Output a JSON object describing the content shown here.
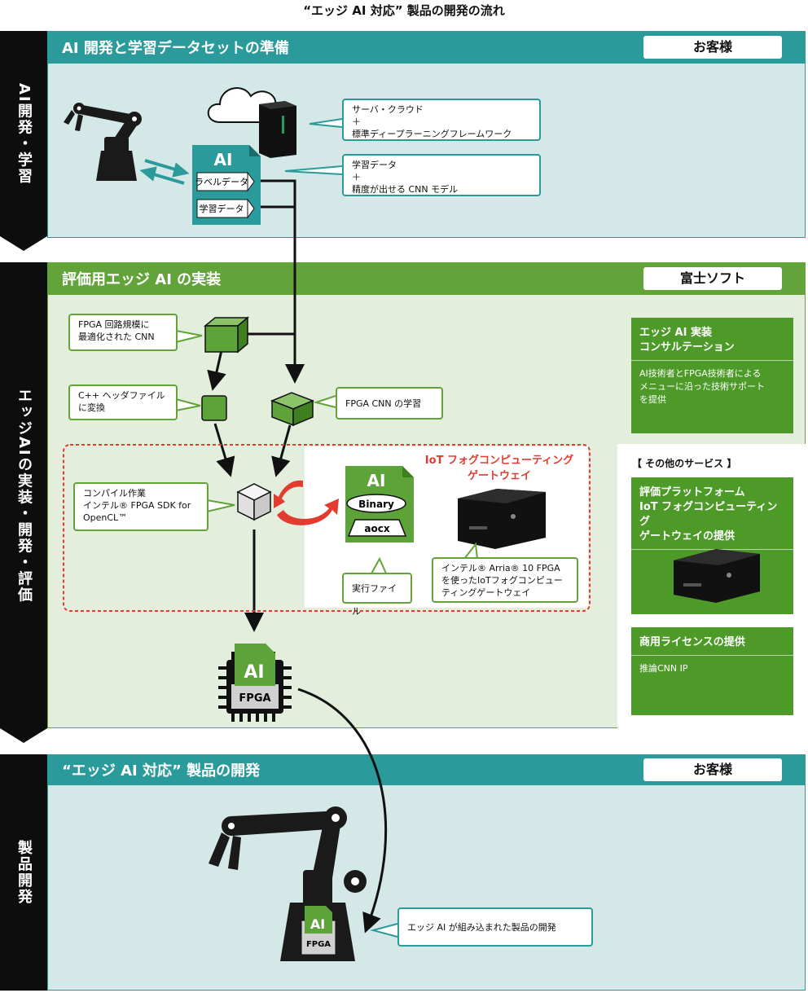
{
  "title": "“エッジ AI 対応” 製品の開発の流れ",
  "stages": {
    "s1": "AI開発・学習",
    "s2": "エッジAIの実装・開発・評価",
    "s3": "製品開発"
  },
  "sections": {
    "dev": {
      "heading": "AI 開発と学習データセットの準備",
      "owner": "お客様",
      "callout_server": "サーバ・クラウド\n＋\n標準ディープラーニングフレームワーク",
      "callout_data": "学習データ\n＋\n精度が出せる CNN モデル",
      "ai_doc": {
        "title": "AI",
        "label1": "ラベルデータ",
        "label2": "学習データ"
      }
    },
    "impl": {
      "heading": "評価用エッジ AI の実装",
      "owner": "富士ソフト",
      "callout_cnn": "FPGA 回路規模に\n最適化された CNN",
      "callout_header": "C++ ヘッダファイル\nに変換",
      "callout_learn": "FPGA CNN の学習",
      "callout_compile": "コンパイル作業\nインテル® FPGA SDK for\nOpenCL™",
      "iot_title": "IoT フォグコンピューティング\nゲートウェイ",
      "ai_file": {
        "title": "AI",
        "binary": "Binary",
        "aocx": "aocx"
      },
      "callout_exec": "実行ファイル",
      "callout_arria": "インテル® Arria® 10 FPGA\nを使ったIoTフォグコンピュー\nティングゲートウェイ",
      "chip": {
        "ai": "AI",
        "fpga": "FPGA"
      }
    },
    "product": {
      "heading": "“エッジ AI 対応” 製品の開発",
      "owner": "お客様",
      "callout_product": "エッジ AI が組み込まれた製品の開発",
      "robot_chip": {
        "ai": "AI",
        "fpga": "FPGA"
      }
    }
  },
  "services": {
    "consult_title": "エッジ AI 実装\nコンサルテーション",
    "consult_body": "AI技術者とFPGA技術者による\nメニューに沿った技術サポート\nを提供",
    "other_heading": "【 その他のサービス 】",
    "platform_title": "評価プラットフォーム\nIoT フォグコンピューティング\nゲートウェイの提供",
    "license_title": "商用ライセンスの提供",
    "license_body": "推論CNN IP"
  },
  "colors": {
    "teal": "#2a9a9a",
    "green": "#62a33a",
    "dark_green": "#4d9a28",
    "red": "#e23c30"
  }
}
